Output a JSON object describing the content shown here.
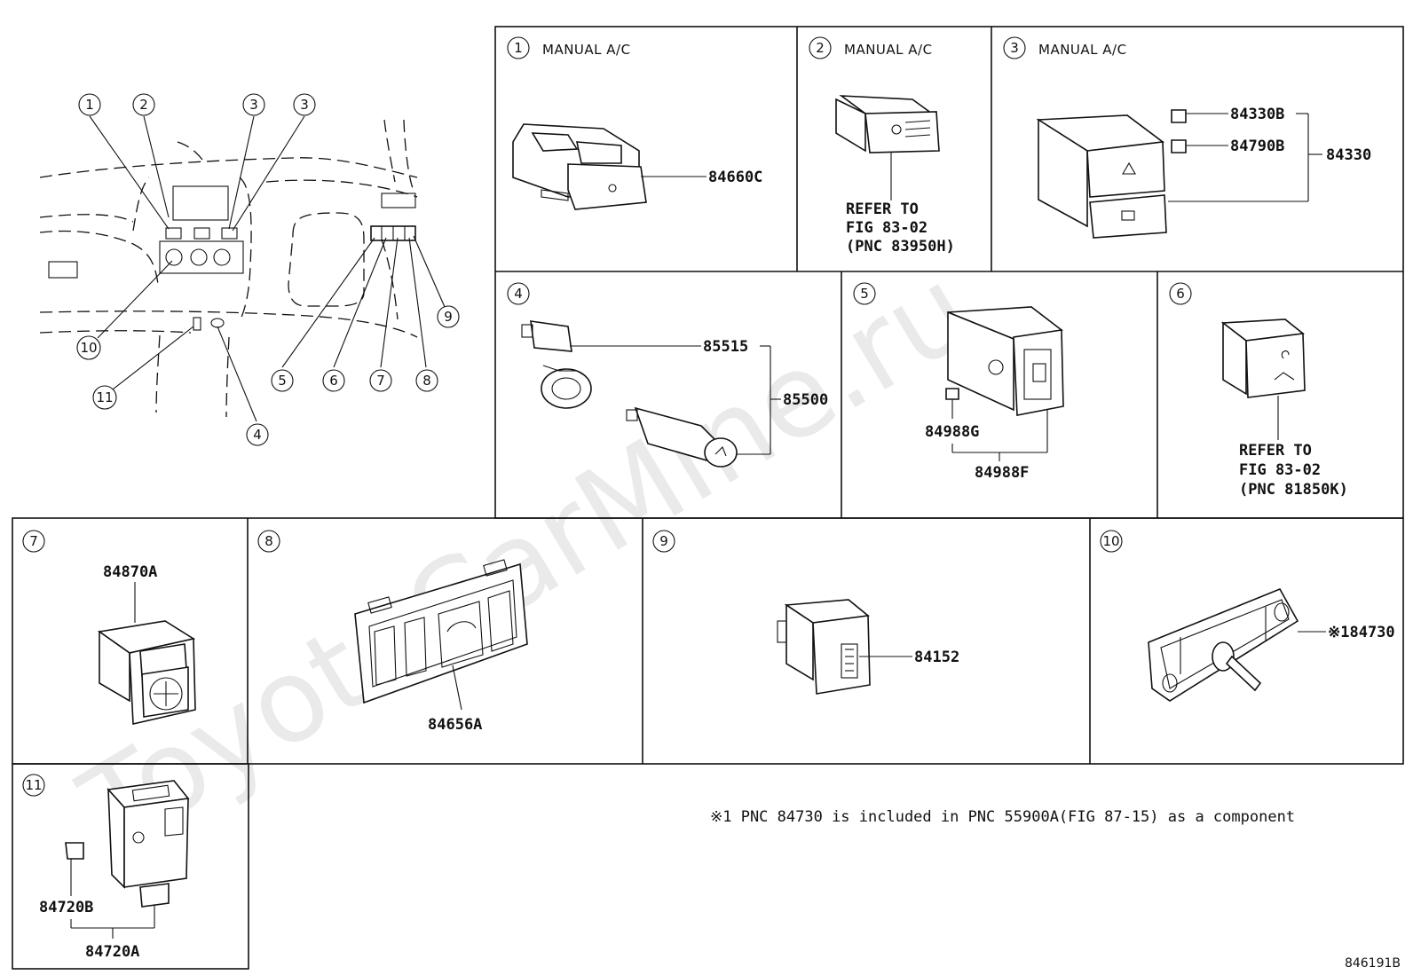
{
  "watermark": "ToyotaCarMine.ru",
  "figure_code": "846191B",
  "footnote": "※1 PNC 84730 is included in PNC 55900A(FIG 87-15) as a component",
  "overview": {
    "callouts": [
      "1",
      "2",
      "3",
      "3",
      "10",
      "11",
      "4",
      "5",
      "6",
      "7",
      "8",
      "9"
    ]
  },
  "panels": [
    {
      "num": "1",
      "title": "MANUAL A/C",
      "labels": [
        "84660C"
      ]
    },
    {
      "num": "2",
      "title": "MANUAL A/C",
      "labels": [
        "REFER TO",
        "FIG 83-02",
        "(PNC 83950H)"
      ]
    },
    {
      "num": "3",
      "title": "MANUAL A/C",
      "labels": [
        "84330B",
        "84790B",
        "84330"
      ]
    },
    {
      "num": "4",
      "title": "",
      "labels": [
        "85515",
        "85500"
      ]
    },
    {
      "num": "5",
      "title": "",
      "labels": [
        "84988G",
        "84988F"
      ]
    },
    {
      "num": "6",
      "title": "",
      "labels": [
        "REFER TO",
        "FIG 83-02",
        "(PNC 81850K)"
      ]
    },
    {
      "num": "7",
      "title": "",
      "labels": [
        "84870A"
      ]
    },
    {
      "num": "8",
      "title": "",
      "labels": [
        "84656A"
      ]
    },
    {
      "num": "9",
      "title": "",
      "labels": [
        "84152"
      ]
    },
    {
      "num": "10",
      "title": "",
      "labels": [
        "※184730"
      ]
    },
    {
      "num": "11",
      "title": "",
      "labels": [
        "84720B",
        "84720A"
      ]
    }
  ]
}
